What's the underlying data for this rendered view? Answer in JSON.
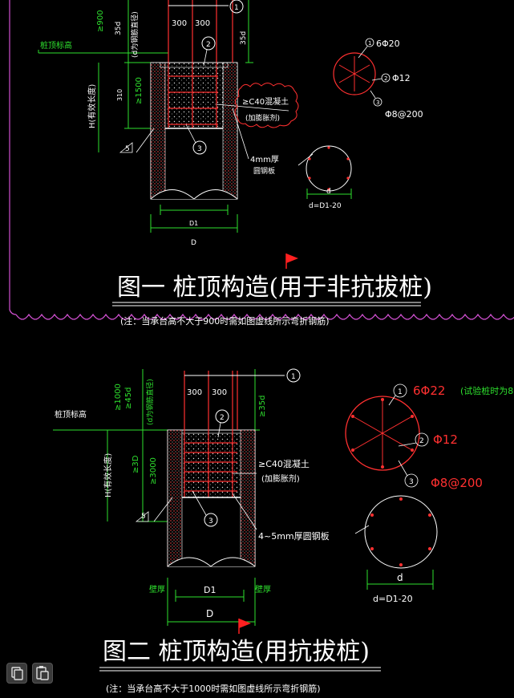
{
  "colors": {
    "bg": "#000000",
    "line": "#ffffff",
    "dim": "#2ee02e",
    "rebar": "#ff3030",
    "border": "#d050d0",
    "pile": "#ff3030"
  },
  "fig1": {
    "title": "图一  桩顶构造(用于非抗拔桩)",
    "note": "(注：当承台高不大于900时需如图虚线所示弯折钢筋)",
    "pile_top_label": "桩顶标高",
    "dim_900": "≥900",
    "dim_35d": "35d",
    "dim_d_note": "(d为钢筋直径)",
    "dim_1500": "≥1500",
    "dim_310": "310",
    "dim_h": "H(有效长度)",
    "dim_35d_right": "35d",
    "top_300a": "300",
    "top_300b": "300",
    "concrete": "≥C40混凝土",
    "concrete_note": "(加膨胀剂)",
    "plate": "4mm厚",
    "plate2": "圆钢板",
    "weld": "5",
    "callout1": "1",
    "callout2": "2",
    "callout3": "3",
    "dim_d1": "D1",
    "dim_D": "D",
    "sec_label1": "1",
    "sec_label2": "2",
    "sec_label3": "3",
    "sec_bar1": "6Φ20",
    "sec_bar2": "Φ12",
    "sec_bar3": "Φ8@200",
    "sec_d": "d",
    "sec_dformula": "d=D1-20"
  },
  "fig2": {
    "title": "图二  桩顶构造(用抗拔桩)",
    "note": "(注：当承台高不大于1000时需如图虚线所示弯折钢筋)",
    "pile_top_label": "桩顶标高",
    "dim_1000": "≥1000",
    "dim_45d": "≥45d",
    "dim_d_note": "(d为钢筋直径)",
    "dim_3000": "≥3000",
    "dim_3d": "≥3D",
    "dim_h": "H(有效长度)",
    "dim_35d_right": "≥35d",
    "top_300a": "300",
    "top_300b": "300",
    "concrete": "≥C40混凝土",
    "concrete_note": "(加膨胀剂)",
    "plate": "4~5mm厚圆钢板",
    "weld": "5",
    "callout1": "1",
    "callout2": "2",
    "callout3": "3",
    "wall_l": "壁厚",
    "wall_r": "壁厚",
    "dim_d1": "D1",
    "dim_D": "D",
    "sec_label1": "1",
    "sec_label2": "2",
    "sec_label3": "3",
    "sec_bar1": "6Φ22",
    "sec_bar1_note": "(试验桩时为8",
    "sec_bar2": "Φ12",
    "sec_bar3": "Φ8@200",
    "sec_d": "d",
    "sec_dformula": "d=D1-20"
  },
  "toolbar": {
    "copy_icon": "copy-icon",
    "paste_icon": "paste-icon"
  }
}
